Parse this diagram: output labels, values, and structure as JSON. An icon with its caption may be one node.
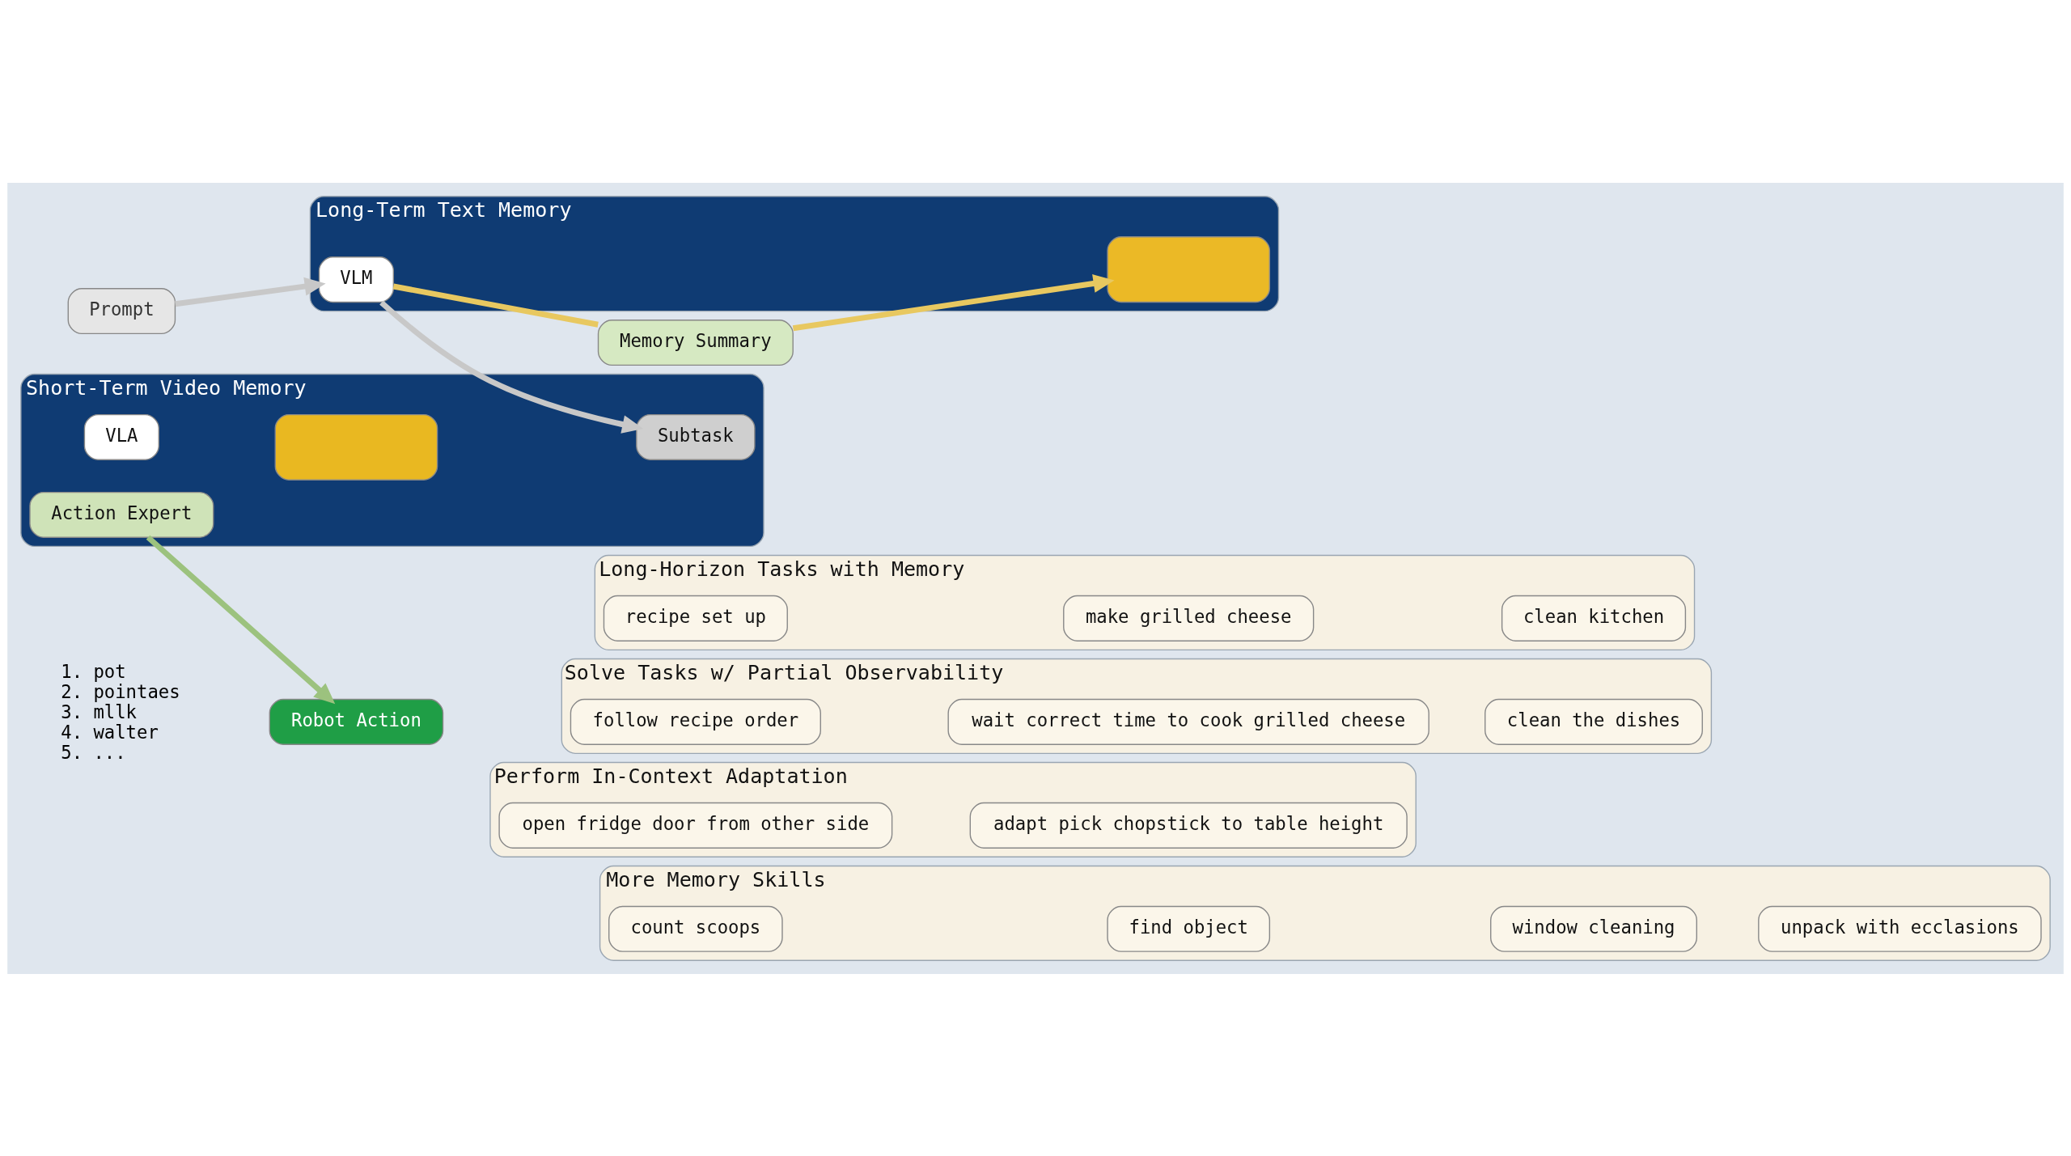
{
  "diagram": {
    "nodes": [
      {
        "text": [
          "Prompt"
        ]
      },
      {
        "text": [
          "Long-Term Text Memory"
        ]
      },
      {
        "text": [
          "VLM"
        ],
        "in": 1
      },
      {
        "text": [],
        "shape": "box",
        "in": 1
      },
      {
        "text": [
          "Memory Summary"
        ]
      },
      {
        "text": [
          "Short-Term Video Memory"
        ]
      },
      {
        "text": [],
        "shape": "box",
        "in": 5
      },
      {
        "text": [
          "Subtask"
        ],
        "in": 5
      },
      {
        "text": [
          "VLA"
        ],
        "in": 5
      },
      {
        "text": [
          "Action Expert"
        ],
        "in": 5
      },
      {
        "text": [
          "Robot Action"
        ]
      },
      {
        "text": [
          "Long-Horizon Tasks with Memory"
        ]
      },
      {
        "text": [
          "recipe set up"
        ],
        "in": 11
      },
      {
        "text": [
          "make grilled cheese"
        ],
        "in": 11
      },
      {
        "text": [
          "clean kitchen"
        ],
        "in": 11
      },
      {
        "text": [
          "Solve Tasks w/ Partial Observability"
        ]
      },
      {
        "text": [
          "follow recipe order"
        ],
        "in": 15
      },
      {
        "text": [
          "wait correct time to cook grilled cheese"
        ],
        "in": 15
      },
      {
        "text": [
          "clean the dishes"
        ],
        "in": 15
      },
      {
        "text": [
          "Perform In-Context Adaptation"
        ]
      },
      {
        "text": [
          "open fridge door from other side"
        ],
        "in": 19
      },
      {
        "text": [
          "adapt pick chopstick to table height"
        ],
        "in": 19
      },
      {
        "text": [
          "More Memory Skills"
        ]
      },
      {
        "text": [
          "count scoops"
        ],
        "in": 22
      },
      {
        "text": [
          "find object"
        ],
        "in": 22
      },
      {
        "text": [
          "window cleaning"
        ],
        "in": 22
      },
      {
        "text": [
          "unpack with ecclasions"
        ],
        "in": 22
      }
    ],
    "edges": [
      {
        "from": 0,
        "to": 2,
        "arrow": "to"
      },
      {
        "from": 2,
        "to": 4,
        "arrow": "none",
        "color": "#e8c860"
      },
      {
        "from": 4,
        "to": 3,
        "arrow": "to",
        "color": "#e8c860"
      },
      {
        "from": 2,
        "to": 7,
        "arrow": "to"
      },
      {
        "from": 9,
        "to": 10,
        "arrow": "to",
        "color": "#9cc27e"
      }
    ],
    "labels": [
      "1. pot",
      "2. pointaes",
      "3. mllk",
      "4. walter",
      "5. ..."
    ]
  }
}
